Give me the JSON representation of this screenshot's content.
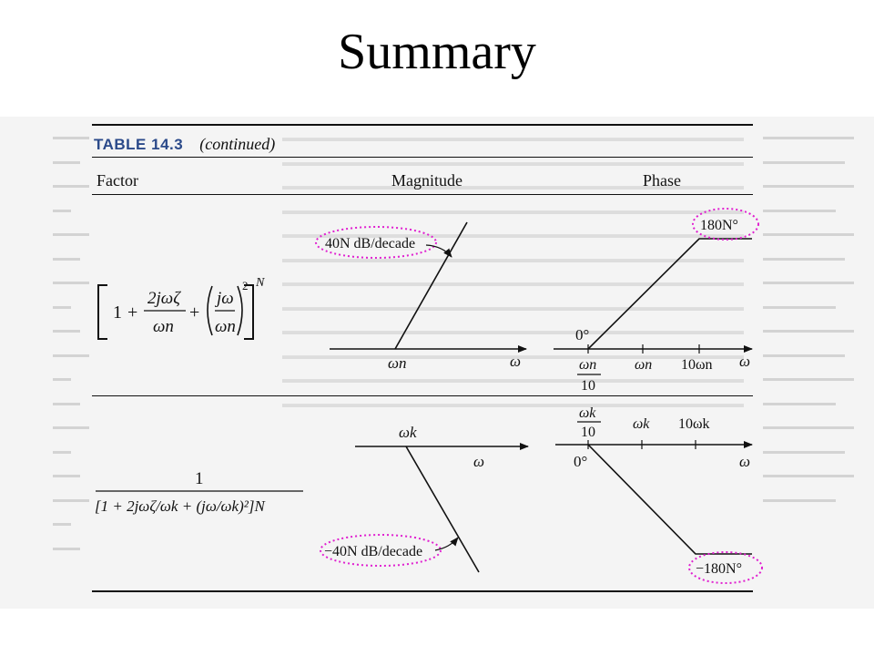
{
  "slide": {
    "title": "Summary"
  },
  "table": {
    "number": "TABLE 14.3",
    "continued": "(continued)",
    "headers": {
      "factor": "Factor",
      "magnitude": "Magnitude",
      "phase": "Phase"
    }
  },
  "rows": [
    {
      "factor": {
        "one": "1",
        "plus": "+",
        "two_jwz": "2jωζ",
        "wn": "ωn",
        "paren_num": "jω",
        "paren_den": "ωn",
        "squared": "2",
        "exponent": "N"
      },
      "magnitude": {
        "annotation": "40N dB/decade",
        "corner": "ωn",
        "axis": "ω"
      },
      "phase": {
        "start": "0°",
        "end": "180N°",
        "tick_low_num": "ωn",
        "tick_low_den": "10",
        "tick_mid": "ωn",
        "tick_high": "10ωn",
        "axis": "ω"
      }
    },
    {
      "factor": {
        "numerator": "1",
        "denominator": "[1 + 2jωζ/ωk + (jω/ωk)²]N"
      },
      "magnitude": {
        "annotation": "−40N dB/decade",
        "corner": "ωk",
        "axis": "ω"
      },
      "phase": {
        "start": "0°",
        "end": "−180N°",
        "tick_low_num": "ωk",
        "tick_low_den": "10",
        "tick_mid": "ωk",
        "tick_high": "10ωk",
        "axis": "ω"
      }
    }
  ],
  "colors": {
    "highlight": "#e020d0",
    "table_label": "#2b4a8a",
    "ink": "#111111"
  }
}
